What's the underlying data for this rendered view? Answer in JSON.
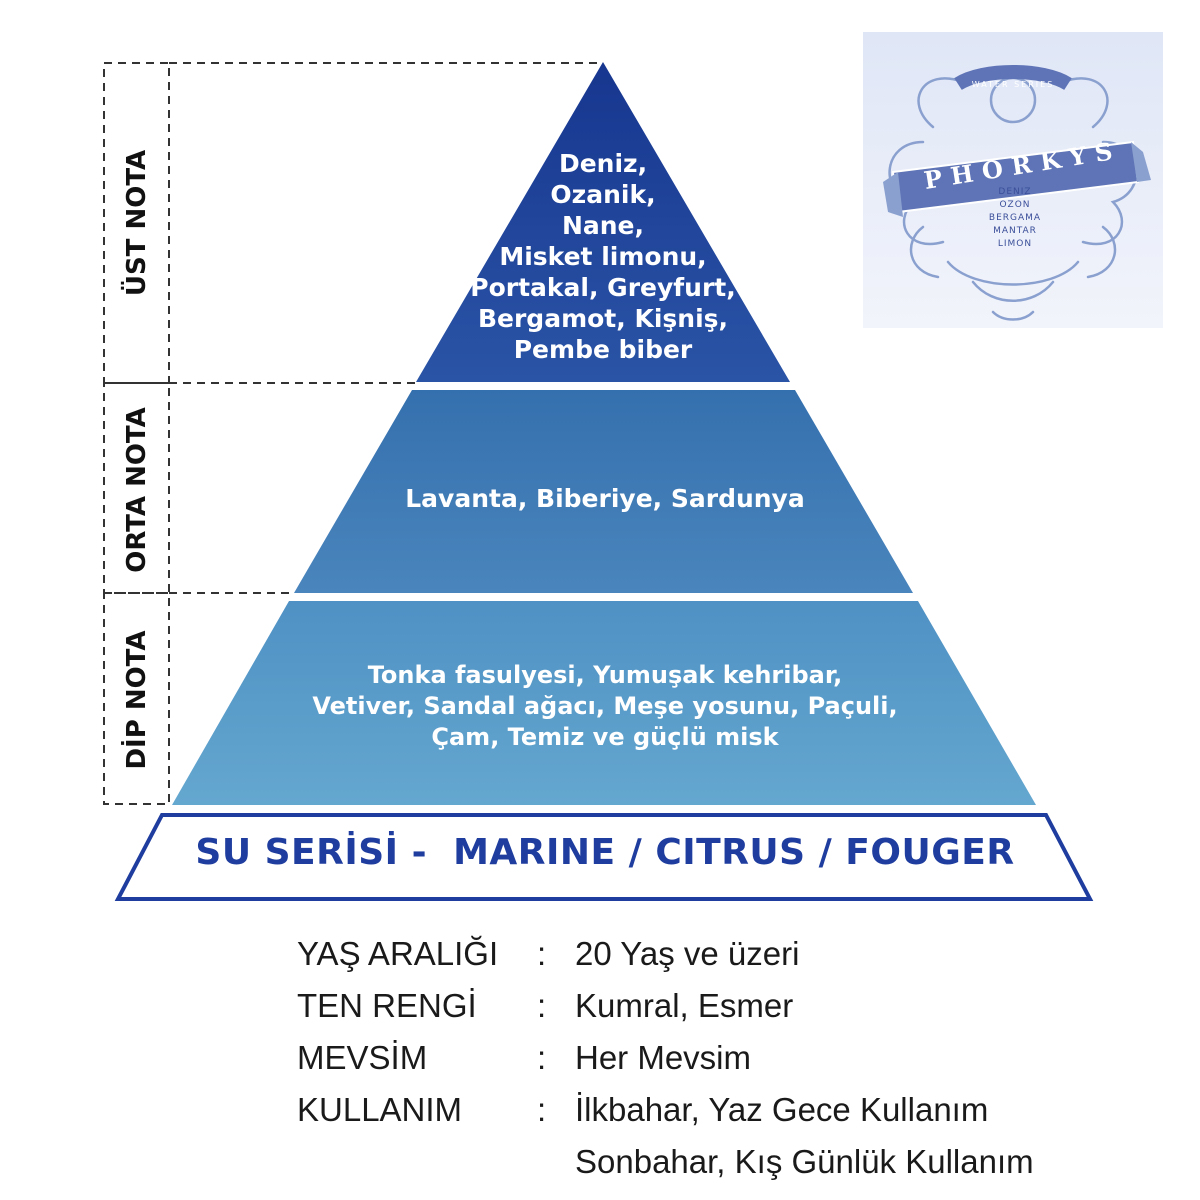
{
  "pyramid": {
    "top": {
      "side_label": "ÜST NOTA",
      "lines": [
        "Deniz,",
        "Ozanik,",
        "Nane,",
        "Misket limonu,",
        "Portakal, Greyfurt,",
        "Bergamot, Kişniş,",
        "Pembe biber"
      ]
    },
    "middle": {
      "side_label": "ORTA NOTA",
      "lines": [
        "Lavanta, Biberiye, Sardunya"
      ]
    },
    "bottom": {
      "side_label": "DİP NOTA",
      "lines": [
        "Tonka fasulyesi, Yumuşak kehribar,",
        "Vetiver, Sandal ağacı, Meşe yosunu, Paçuli,",
        "Çam, Temiz ve güçlü misk"
      ]
    }
  },
  "series_title": "SU SERİSİ -  MARINE / CITRUS / FOUGER",
  "info": [
    {
      "key": "YAŞ ARALIĞI",
      "colon": ":",
      "value": [
        "20 Yaş ve üzeri"
      ]
    },
    {
      "key": "TEN RENGİ",
      "colon": ":",
      "value": [
        "Kumral, Esmer"
      ]
    },
    {
      "key": "MEVSİM",
      "colon": ":",
      "value": [
        "Her Mevsim"
      ]
    },
    {
      "key": "KULLANIM",
      "colon": ":",
      "value": [
        "İlkbahar, Yaz Gece Kullanım",
        "Sonbahar, Kış Günlük Kullanım"
      ]
    }
  ],
  "logo": {
    "brand": "PHORKYS",
    "series": "WATER SERIES",
    "notes": [
      "DENIZ",
      "OZON",
      "BERGAMA",
      "MANTAR",
      "LIMON"
    ]
  },
  "colors": {
    "top_tier": "#1f469b",
    "middle_tier": "#3f79b6",
    "bottom_tier": "#5a9dc8",
    "title_blue": "#1e3d9e"
  }
}
